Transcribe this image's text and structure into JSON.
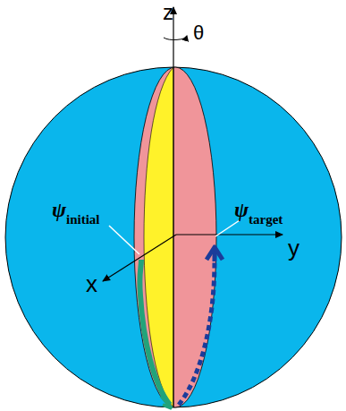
{
  "diagram": {
    "labels": [
      "z",
      "θ",
      "x",
      "y",
      "ψ",
      "initial",
      "ψ",
      "target"
    ]
  }
}
